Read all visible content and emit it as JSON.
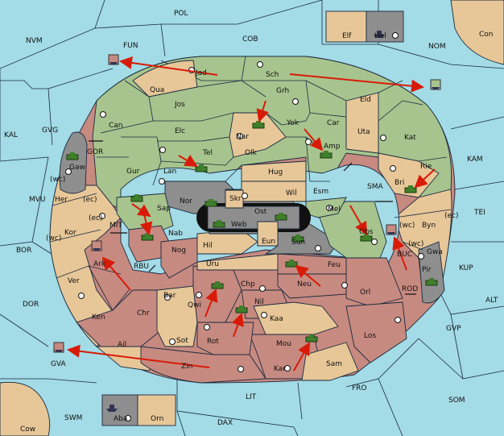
{
  "map": {
    "colors": {
      "sea": "#a3dbe6",
      "green": "#a7c48e",
      "tan": "#e7c798",
      "red": "#c78a80",
      "gray": "#8e8e8e",
      "unit": "#3f7f2a",
      "arrow": "#d81b08"
    },
    "sea_labels": {
      "POL": "POL",
      "COB": "COB",
      "NVM": "NVM",
      "FUN": "FUN",
      "NOM": "NOM",
      "Con": "Con",
      "KAL": "KAL",
      "GVG": "GVG",
      "GOR": "GOR",
      "KAM": "KAM",
      "SMA": "SMA",
      "TEI": "TEI",
      "MVU": "MVU",
      "MIT": "MIT",
      "BOR": "BOR",
      "RBU": "RBU",
      "BUC": "BUC",
      "KUP": "KUP",
      "DOR": "DOR",
      "ROD": "ROD",
      "ALT": "ALT",
      "GVP": "GVP",
      "GVA": "GVA",
      "FRO": "FRO",
      "SOM": "SOM",
      "LIT": "LIT",
      "SWM": "SWM",
      "DAX": "DAX",
      "Cow": "Cow"
    },
    "land_labels": {
      "Jad": "Jad",
      "Sch": "Sch",
      "Qua": "Qua",
      "Jos": "Jos",
      "Grh": "Grh",
      "Eld": "Eld",
      "Can": "Can",
      "Elc": "Elc",
      "Nar": "Nar",
      "Yok": "Yok",
      "Car": "Car",
      "Uta": "Uta",
      "Kat": "Kat",
      "Tel": "Tel",
      "Olk": "Olk",
      "Amp": "Amp",
      "Gur": "Gur",
      "Lan": "Lan",
      "Hug": "Hug",
      "Bri": "Bri",
      "Rie": "Rie",
      "Gaw": "Gaw",
      "Nor": "Nor",
      "Skr": "Skr",
      "Ost": "Ost",
      "Wil": "Wil",
      "Esm": "Esm",
      "Her": "Her",
      "Sap": "Sap",
      "Web": "Web",
      "Mel": "Mel",
      "Byn": "Byn",
      "Kor": "Kor",
      "Nab": "Nab",
      "Hil": "Hil",
      "Eun": "Eun",
      "Sun": "Sun",
      "Obs": "Obs",
      "Gwa": "Gwa",
      "Ark": "Ark",
      "Nog": "Nog",
      "Uru": "Uru",
      "Feu": "Feu",
      "Pir": "Pir",
      "Ver": "Ver",
      "Bar": "Bar",
      "Chp": "Chp",
      "Neu": "Neu",
      "Qwi": "Qwi",
      "Orl": "Orl",
      "Ken": "Ken",
      "Chr": "Chr",
      "Nil": "Nil",
      "Kaa": "Kaa",
      "Ail": "Ail",
      "Sot": "Sot",
      "Rot": "Rot",
      "Los": "Los",
      "Mou": "Mou",
      "Zin": "Zin",
      "Kar": "Kar",
      "Sam": "Sam",
      "Elf": "Elf",
      "Hel": "Hel",
      "Aba": "Aba",
      "Orn": "Orn"
    },
    "coast_tags": {
      "gaw_wc": "(wc)",
      "her_ec": "(ec)",
      "kor_ec": "(ec)",
      "kor_wc": "(wc)",
      "byn_wc": "(wc)",
      "byn_ec": "(ec)",
      "gwa_wc": "(wc)"
    }
  }
}
